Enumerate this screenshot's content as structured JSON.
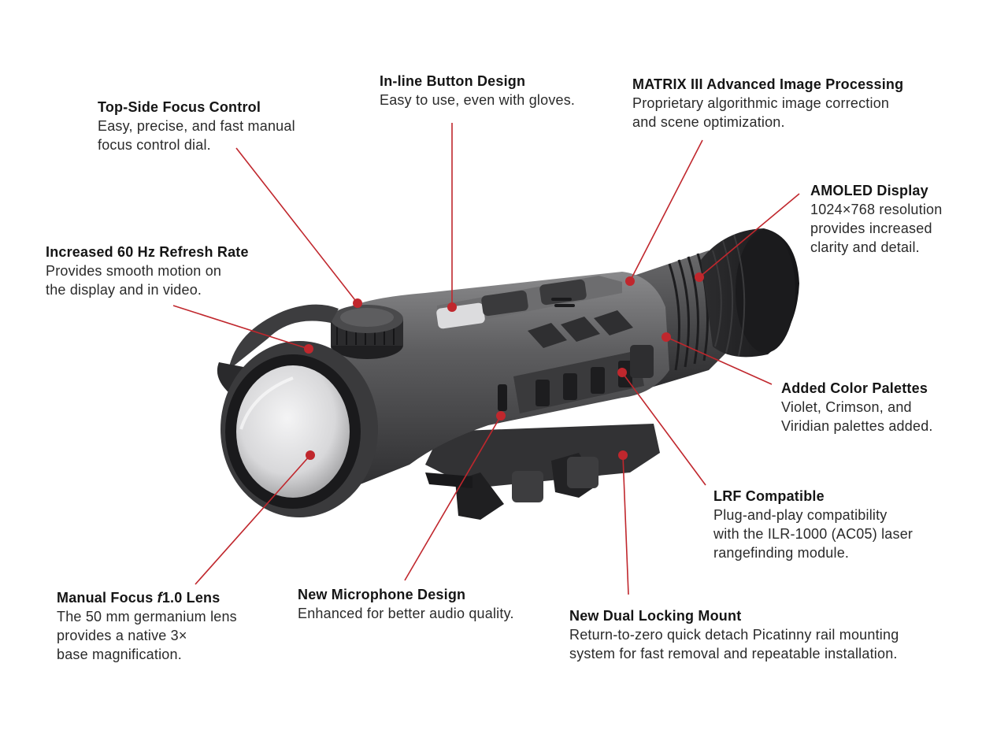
{
  "colors": {
    "leader_line": "#c0272d",
    "dot": "#c0272d",
    "device_body": "#5a5a5c",
    "device_dark": "#2b2b2d",
    "lens_glass": "#e4e4e6",
    "background": "#ffffff"
  },
  "icons": [
    "thermal-scope-illustration",
    "callout-dot"
  ],
  "callouts": [
    {
      "id": "top-side-focus-control",
      "title": "Top-Side Focus Control",
      "desc": "Easy, precise, and fast manual\nfocus control dial."
    },
    {
      "id": "inline-button-design",
      "title": "In-line Button Design",
      "desc": "Easy to use, even with gloves."
    },
    {
      "id": "matrix-iii",
      "title": "MATRIX III Advanced Image Processing",
      "desc": "Proprietary algorithmic image correction\nand scene optimization."
    },
    {
      "id": "amoled-display",
      "title": "AMOLED Display",
      "desc": "1024×768 resolution\nprovides increased\nclarity and detail."
    },
    {
      "id": "refresh-rate",
      "title": "Increased 60 Hz Refresh Rate",
      "desc": "Provides smooth motion on\nthe display and in video."
    },
    {
      "id": "color-palettes",
      "title": "Added Color Palettes",
      "desc": "Violet, Crimson, and\nViridian palettes added."
    },
    {
      "id": "lrf-compatible",
      "title": "LRF Compatible",
      "desc": "Plug-and-play compatibility\nwith the ILR-1000 (AC05) laser\nrangefinding module."
    },
    {
      "id": "manual-focus-lens",
      "title_pre": "Manual Focus ",
      "title_f": "f",
      "title_post": "1.0 Lens",
      "desc": "The 50 mm germanium lens\nprovides a native 3×\nbase magnification."
    },
    {
      "id": "microphone",
      "title": "New Microphone Design",
      "desc": "Enhanced for better audio quality."
    },
    {
      "id": "dual-locking-mount",
      "title": "New Dual Locking Mount",
      "desc": "Return-to-zero quick detach Picatinny rail mounting\nsystem for fast removal and repeatable installation."
    }
  ]
}
